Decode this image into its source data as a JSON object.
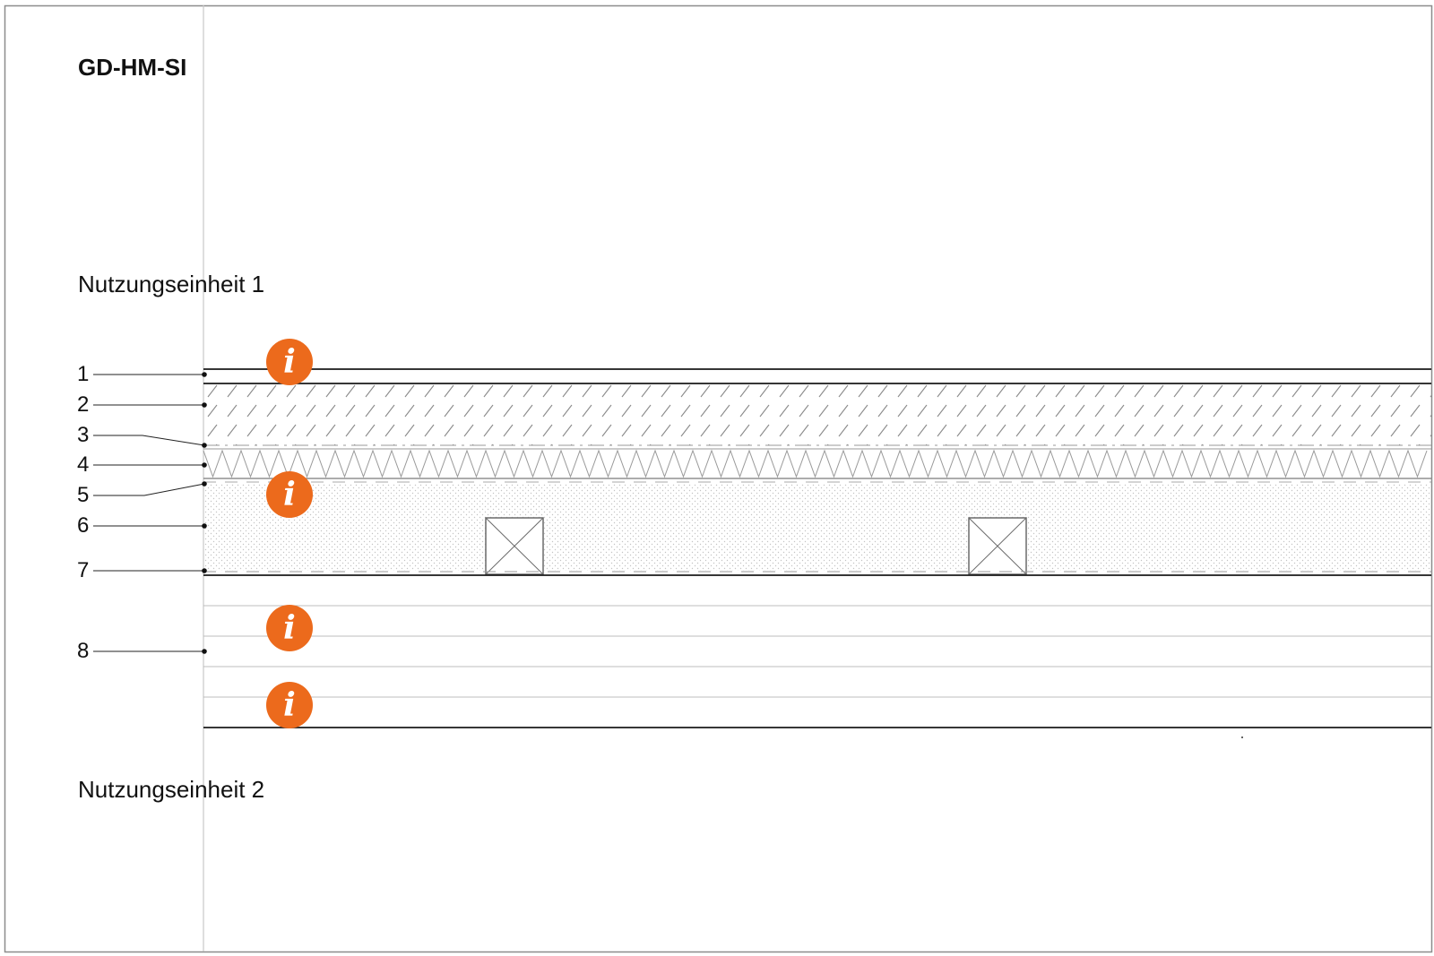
{
  "title": "GD-HM-SI",
  "zones": {
    "top": "Nutzungseinheit 1",
    "bottom": "Nutzungseinheit 2"
  },
  "layers": [
    "1",
    "2",
    "3",
    "4",
    "5",
    "6",
    "7",
    "8"
  ],
  "info": {
    "icon": "info-icon",
    "glyph": "i",
    "color": "#ec6a1c"
  },
  "colors": {
    "line": "#1a1a1a",
    "hatch": "#8a8a8a",
    "accent": "#ec6a1c"
  }
}
